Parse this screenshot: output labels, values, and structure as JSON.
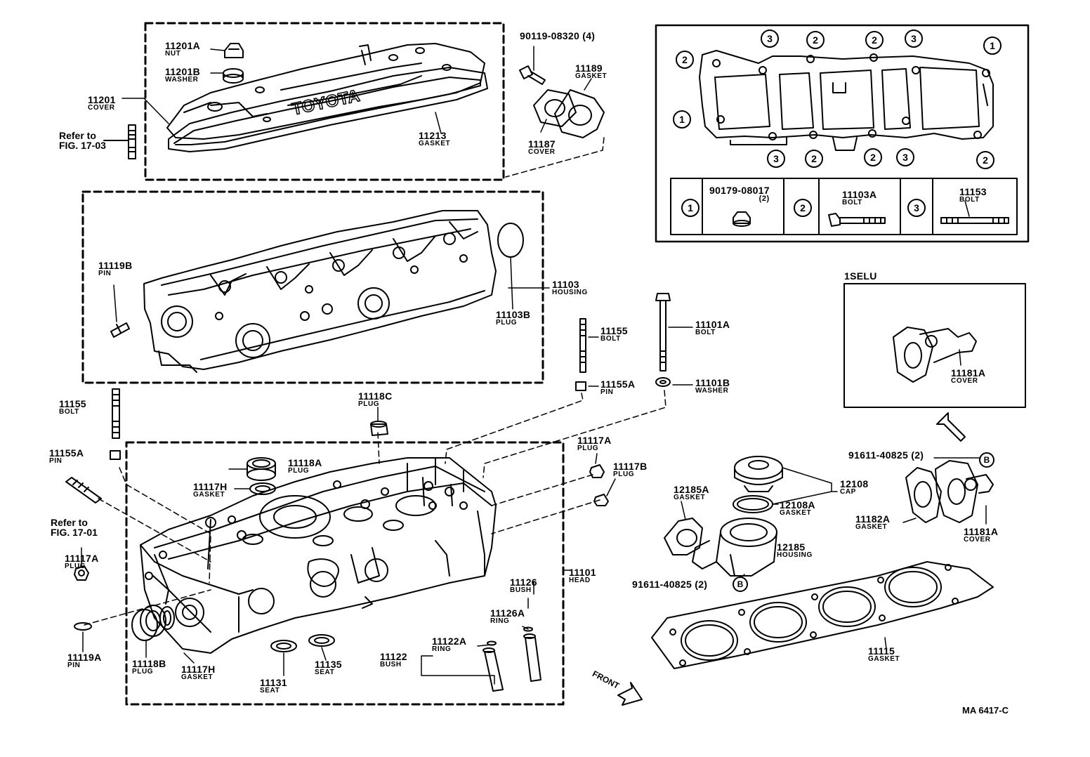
{
  "labels": {
    "l11201A": {
      "num": "11201A",
      "sub": "NUT"
    },
    "l11201B": {
      "num": "11201B",
      "sub": "WASHER"
    },
    "l11201": {
      "num": "11201",
      "sub": "COVER"
    },
    "l11213": {
      "num": "11213",
      "sub": "GASKET"
    },
    "l90119": {
      "num": "90119-08320 (4)"
    },
    "l11189": {
      "num": "11189",
      "sub": "GASKET"
    },
    "l11187": {
      "num": "11187",
      "sub": "COVER"
    },
    "l11119B": {
      "num": "11119B",
      "sub": "PIN"
    },
    "l11103": {
      "num": "11103",
      "sub": "HOUSING"
    },
    "l11103B": {
      "num": "11103B",
      "sub": "PLUG"
    },
    "l11155": {
      "num": "11155",
      "sub": "BOLT"
    },
    "l11155A": {
      "num": "11155A",
      "sub": "PIN"
    },
    "l11101A": {
      "num": "11101A",
      "sub": "BOLT"
    },
    "l11101B": {
      "num": "11101B",
      "sub": "WASHER"
    },
    "l11155L": {
      "num": "11155",
      "sub": "BOLT"
    },
    "l11155AL": {
      "num": "11155A",
      "sub": "PIN"
    },
    "l11118C": {
      "num": "11118C",
      "sub": "PLUG"
    },
    "l11118A": {
      "num": "11118A",
      "sub": "PLUG"
    },
    "l11117H": {
      "num": "11117H",
      "sub": "GASKET"
    },
    "l11117A": {
      "num": "11117A",
      "sub": "PLUG"
    },
    "l11117B": {
      "num": "11117B",
      "sub": "PLUG"
    },
    "l11117AL": {
      "num": "11117A",
      "sub": "PLUG"
    },
    "l11119A": {
      "num": "11119A",
      "sub": "PIN"
    },
    "l11118B": {
      "num": "11118B",
      "sub": "PLUG"
    },
    "l11117H2": {
      "num": "11117H",
      "sub": "GASKET"
    },
    "l11131": {
      "num": "11131",
      "sub": "SEAT"
    },
    "l11135": {
      "num": "11135",
      "sub": "SEAT"
    },
    "l11122": {
      "num": "11122",
      "sub": "BUSH"
    },
    "l11122A": {
      "num": "11122A",
      "sub": "RING"
    },
    "l11126": {
      "num": "11126",
      "sub": "BUSH"
    },
    "l11126A": {
      "num": "11126A",
      "sub": "RING"
    },
    "l11101": {
      "num": "11101",
      "sub": "HEAD"
    },
    "l12185A": {
      "num": "12185A",
      "sub": "GASKET"
    },
    "l12108": {
      "num": "12108",
      "sub": "CAP"
    },
    "l12108A": {
      "num": "12108A",
      "sub": "GASKET"
    },
    "l12185": {
      "num": "12185",
      "sub": "HOUSING"
    },
    "l91611b": {
      "num": "91611-40825 (2)"
    },
    "l91611t": {
      "num": "91611-40825 (2)"
    },
    "l11182A": {
      "num": "11182A",
      "sub": "GASKET"
    },
    "l11181A": {
      "num": "11181A",
      "sub": "COVER"
    },
    "l11181Ab": {
      "num": "11181A",
      "sub": "COVER"
    },
    "l11115": {
      "num": "11115",
      "sub": "GASKET"
    },
    "l1SELU": {
      "num": "1SELU"
    }
  },
  "refs": {
    "fig1703": [
      "Refer to",
      "FIG. 17-03"
    ],
    "fig1701": [
      "Refer to",
      "FIG. 17-01"
    ]
  },
  "markers": {
    "one": "1",
    "two": "2",
    "three": "3",
    "B": "B"
  },
  "legend": {
    "c1": {
      "num": "90179-08017",
      "qty": "(2)"
    },
    "c2": {
      "num": "11103A",
      "sub": "BOLT"
    },
    "c3": {
      "num": "11153",
      "sub": "BOLT"
    }
  },
  "cover_text": "TOYOTA",
  "front": "FRONT",
  "code": "MA 6417-C"
}
